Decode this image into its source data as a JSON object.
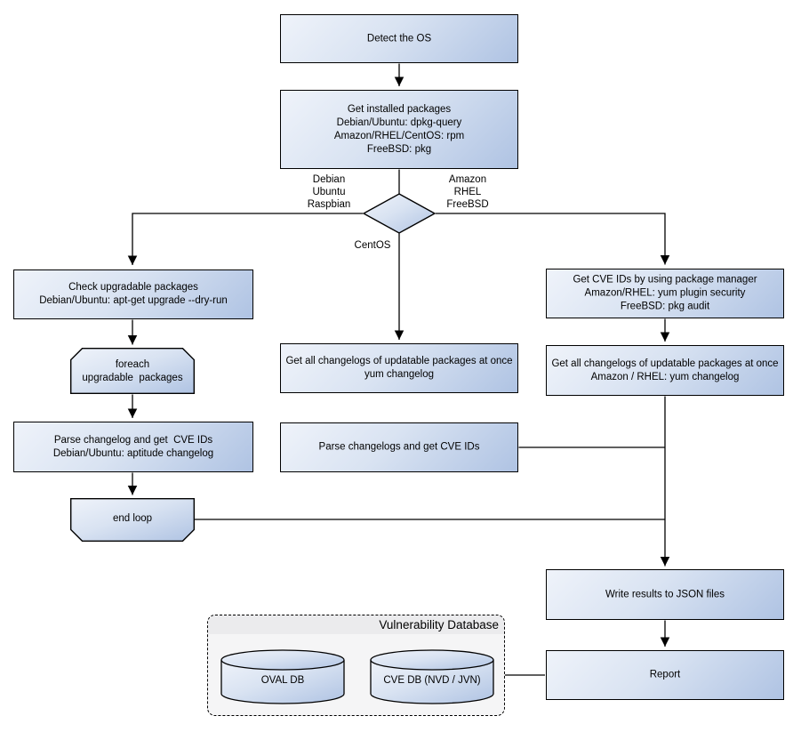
{
  "nodes": {
    "detect_os": "Detect the OS",
    "get_installed_packages": "Get installed packages\nDebian/Ubuntu: dpkg-query\nAmazon/RHEL/CentOS: rpm\nFreeBSD: pkg",
    "check_upgradable": "Check upgradable packages\nDebian/Ubuntu: apt-get upgrade --dry-run",
    "foreach_loop": "foreach\nupgradable  packages",
    "parse_changelog_left": "Parse changelog and get  CVE IDs\nDebian/Ubuntu: aptitude changelog",
    "end_loop": "end loop",
    "get_changelogs_centos": "Get all changelogs of updatable packages at once\nyum changelog",
    "parse_changelogs_centos": "Parse changelogs and get CVE IDs",
    "get_cve_ids_pkg_mgr": "Get CVE IDs by using package manager\nAmazon/RHEL: yum plugin security\nFreeBSD: pkg audit",
    "get_changelogs_right": "Get all changelogs of updatable packages at once\nAmazon / RHEL: yum changelog",
    "write_results": "Write results to JSON files",
    "report": "Report"
  },
  "branch_labels": {
    "left": "Debian\nUbuntu\nRaspbian",
    "right": "Amazon\nRHEL\nFreeBSD",
    "down": "CentOS"
  },
  "vulnerability_database": {
    "title": "Vulnerability Database",
    "oval_db": "OVAL DB",
    "cve_db": "CVE DB (NVD / JVN)"
  },
  "colors": {
    "node_gradient_start": "#eff3fa",
    "node_gradient_end": "#afc3e3",
    "line": "#000000",
    "container_fill": "#f5f5f6",
    "container_header_fill": "#ebebed"
  }
}
